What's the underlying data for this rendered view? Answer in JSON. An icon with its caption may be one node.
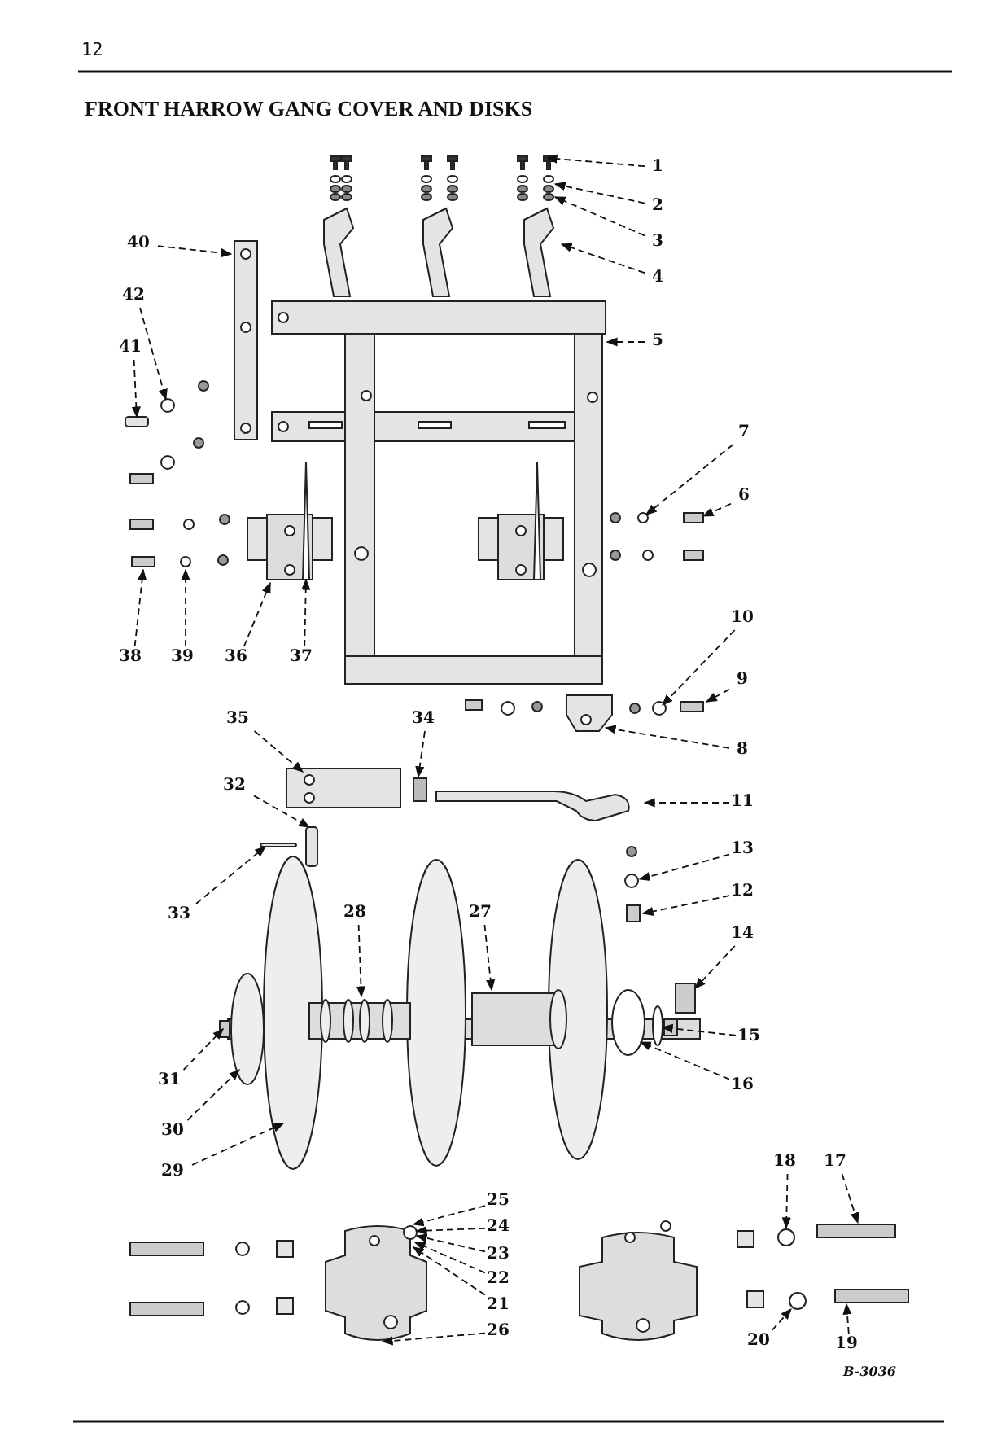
{
  "diagram": {
    "title": "FRONT HARROW GANG COVER AND DISKS",
    "nodes": [
      {
        "text": [
          "1"
        ]
      },
      {
        "text": [
          "2"
        ]
      },
      {
        "text": [
          "3"
        ]
      },
      {
        "text": [
          "4"
        ]
      },
      {
        "text": [
          "5"
        ]
      },
      {
        "text": [
          "6"
        ]
      },
      {
        "text": [
          "7"
        ]
      },
      {
        "text": [
          "8"
        ]
      },
      {
        "text": [
          "9"
        ]
      },
      {
        "text": [
          "10"
        ]
      },
      {
        "text": [
          "11"
        ]
      },
      {
        "text": [
          "12"
        ]
      },
      {
        "text": [
          "13"
        ]
      },
      {
        "text": [
          "14"
        ]
      },
      {
        "text": [
          "15"
        ]
      },
      {
        "text": [
          "16"
        ]
      },
      {
        "text": [
          "17"
        ]
      },
      {
        "text": [
          "18"
        ]
      },
      {
        "text": [
          "19"
        ]
      },
      {
        "text": [
          "20"
        ]
      },
      {
        "text": [
          "21"
        ]
      },
      {
        "text": [
          "22"
        ]
      },
      {
        "text": [
          "23"
        ]
      },
      {
        "text": [
          "24"
        ]
      },
      {
        "text": [
          "25"
        ]
      },
      {
        "text": [
          "26"
        ]
      },
      {
        "text": [
          "27"
        ]
      },
      {
        "text": [
          "28"
        ]
      },
      {
        "text": [
          "29"
        ]
      },
      {
        "text": [
          "30"
        ]
      },
      {
        "text": [
          "31"
        ]
      },
      {
        "text": [
          "32"
        ]
      },
      {
        "text": [
          "33"
        ]
      },
      {
        "text": [
          "34"
        ]
      },
      {
        "text": [
          "35"
        ]
      },
      {
        "text": [
          "36"
        ]
      },
      {
        "text": [
          "37"
        ]
      },
      {
        "text": [
          "38"
        ]
      },
      {
        "text": [
          "39"
        ]
      },
      {
        "text": [
          "40"
        ]
      },
      {
        "text": [
          "41"
        ]
      },
      {
        "text": [
          "42"
        ]
      },
      {
        "text": [],
        "shape": "box"
      },
      {
        "text": [],
        "shape": "bar"
      },
      {
        "text": [],
        "shape": "circle"
      },
      {
        "text": [],
        "shape": "ellipse"
      },
      {
        "text": [],
        "shape": "bar"
      },
      {
        "text": [],
        "shape": "bar"
      },
      {
        "text": [],
        "shape": "ellipse"
      }
    ],
    "edges": [
      {
        "from": 0,
        "to": null,
        "arrow": "to"
      },
      {
        "from": 1,
        "to": null,
        "arrow": "to"
      },
      {
        "from": 2,
        "to": null,
        "arrow": "to"
      },
      {
        "from": 3,
        "to": null,
        "arrow": "to"
      },
      {
        "from": 4,
        "to": null,
        "arrow": "to"
      },
      {
        "from": 5,
        "to": null,
        "arrow": "to"
      },
      {
        "from": 6,
        "to": null,
        "arrow": "to"
      },
      {
        "from": 7,
        "to": null,
        "arrow": "to"
      },
      {
        "from": 8,
        "to": null,
        "arrow": "to"
      },
      {
        "from": 9,
        "to": null,
        "arrow": "to"
      },
      {
        "from": 10,
        "to": null,
        "arrow": "to"
      },
      {
        "from": 11,
        "to": null,
        "arrow": "to"
      },
      {
        "from": 12,
        "to": null,
        "arrow": "to"
      },
      {
        "from": 13,
        "to": 42,
        "arrow": "to"
      },
      {
        "from": 14,
        "to": 48,
        "arrow": "to"
      },
      {
        "from": 15,
        "to": 45,
        "arrow": "to"
      },
      {
        "from": 16,
        "to": null,
        "arrow": "to"
      },
      {
        "from": 17,
        "to": null,
        "arrow": "to"
      },
      {
        "from": 18,
        "to": null,
        "arrow": "to"
      },
      {
        "from": 19,
        "to": null,
        "arrow": "to"
      },
      {
        "from": 20,
        "to": null,
        "arrow": "to"
      },
      {
        "from": 21,
        "to": null,
        "arrow": "to"
      },
      {
        "from": 22,
        "to": null,
        "arrow": "to"
      },
      {
        "from": 23,
        "to": null,
        "arrow": "to"
      },
      {
        "from": 24,
        "to": null,
        "arrow": "to"
      },
      {
        "from": 25,
        "to": null,
        "arrow": "to"
      },
      {
        "from": 26,
        "to": null,
        "arrow": "to"
      },
      {
        "from": 27,
        "to": null,
        "arrow": "to"
      },
      {
        "from": 28,
        "to": null,
        "arrow": "to"
      },
      {
        "from": 29,
        "to": null,
        "arrow": "to"
      },
      {
        "from": 30,
        "to": null,
        "arrow": "to"
      },
      {
        "from": 31,
        "to": 47,
        "arrow": "to"
      },
      {
        "from": 32,
        "to": 46,
        "arrow": "to"
      },
      {
        "from": 33,
        "to": null,
        "arrow": "to"
      },
      {
        "from": 34,
        "to": null,
        "arrow": "to"
      },
      {
        "from": 35,
        "to": null,
        "arrow": "to"
      },
      {
        "from": 36,
        "to": null,
        "arrow": "to"
      },
      {
        "from": 37,
        "to": null,
        "arrow": "to"
      },
      {
        "from": 38,
        "to": null,
        "arrow": "to"
      },
      {
        "from": 39,
        "to": null,
        "arrow": "to"
      },
      {
        "from": 40,
        "to": 43,
        "arrow": "to"
      },
      {
        "from": 41,
        "to": 44,
        "arrow": "to"
      }
    ],
    "labels": [
      "12",
      "B-3036"
    ]
  }
}
